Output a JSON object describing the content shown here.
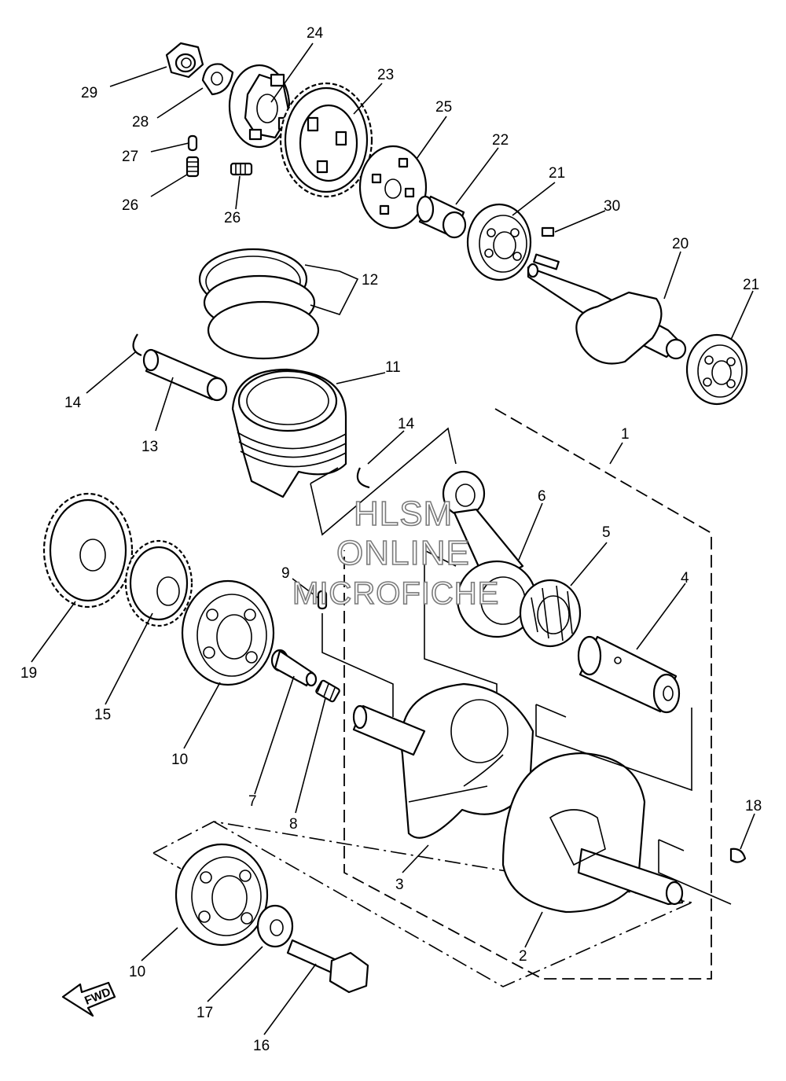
{
  "diagram": {
    "callouts": [
      {
        "id": "c29",
        "text": "29"
      },
      {
        "id": "c28",
        "text": "28"
      },
      {
        "id": "c24",
        "text": "24"
      },
      {
        "id": "c23",
        "text": "23"
      },
      {
        "id": "c27",
        "text": "27"
      },
      {
        "id": "c26a",
        "text": "26"
      },
      {
        "id": "c26b",
        "text": "26"
      },
      {
        "id": "c25",
        "text": "25"
      },
      {
        "id": "c22",
        "text": "22"
      },
      {
        "id": "c21a",
        "text": "21"
      },
      {
        "id": "c30",
        "text": "30"
      },
      {
        "id": "c20",
        "text": "20"
      },
      {
        "id": "c21b",
        "text": "21"
      },
      {
        "id": "c12",
        "text": "12"
      },
      {
        "id": "c11",
        "text": "11"
      },
      {
        "id": "c14a",
        "text": "14"
      },
      {
        "id": "c13",
        "text": "13"
      },
      {
        "id": "c14b",
        "text": "14"
      },
      {
        "id": "c1",
        "text": "1"
      },
      {
        "id": "c6",
        "text": "6"
      },
      {
        "id": "c5",
        "text": "5"
      },
      {
        "id": "c4",
        "text": "4"
      },
      {
        "id": "c9",
        "text": "9"
      },
      {
        "id": "c19",
        "text": "19"
      },
      {
        "id": "c15",
        "text": "15"
      },
      {
        "id": "c10a",
        "text": "10"
      },
      {
        "id": "c7",
        "text": "7"
      },
      {
        "id": "c8",
        "text": "8"
      },
      {
        "id": "c3",
        "text": "3"
      },
      {
        "id": "c2",
        "text": "2"
      },
      {
        "id": "c18",
        "text": "18"
      },
      {
        "id": "c10b",
        "text": "10"
      },
      {
        "id": "c17",
        "text": "17"
      },
      {
        "id": "c16",
        "text": "16"
      }
    ],
    "watermark": [
      "HLSM",
      "ONLINE",
      "MICROFICHE"
    ],
    "fwd_label": "FWD"
  }
}
